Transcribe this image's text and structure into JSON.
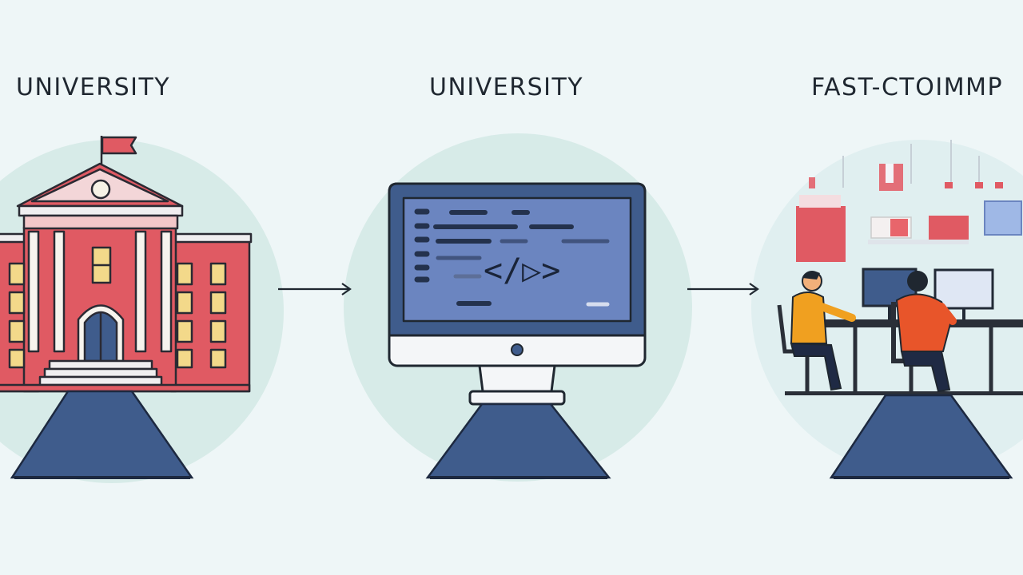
{
  "stages": [
    {
      "label": "UNIVERSITY",
      "icon": "university-building-icon"
    },
    {
      "label": "UNIVERSITY",
      "icon": "computer-code-icon"
    },
    {
      "label": "FAST-CTOIMMP",
      "icon": "office-workers-icon"
    }
  ],
  "code_symbol": "</▷>",
  "connectors": [
    "arrow-right-icon",
    "arrow-right-icon"
  ],
  "colors": {
    "background": "#eef6f7",
    "circle": "#d7ebe8",
    "building_red": "#e05a63",
    "navy": "#3f5c8c",
    "screen_blue": "#6b85c0",
    "worker_orange": "#f0a020",
    "worker_red": "#e8552a"
  }
}
